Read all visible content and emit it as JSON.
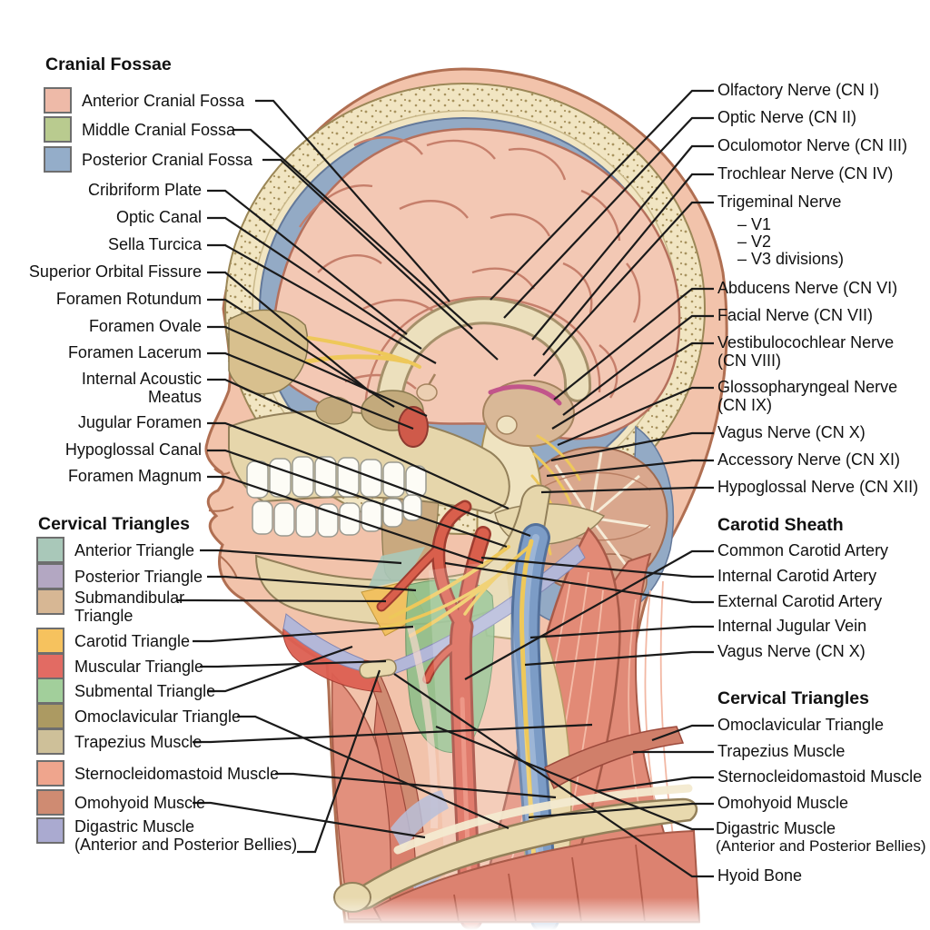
{
  "palette": {
    "skin": "#f2c3ab",
    "skin_outline": "#b06f52",
    "bone": "#f1e5c2",
    "bone_outline": "#9b8757",
    "facial_bone": "#e6d6ab",
    "dura_blue": "#93aac5",
    "brain_pink": "#f3c8b4",
    "gyri_line": "#c67f6b",
    "brainstem_cream": "#efe3c0",
    "cerebellum_tan": "#d9a78d",
    "artery_red": "#d95f4c",
    "vein_blue": "#7c9cc6",
    "nerve_yellow": "#eec85a",
    "muscle_red": "#e28a76",
    "leader_line": "#1a1a1a"
  },
  "left": {
    "cranial_fossae": {
      "title": "Cranial Fossae",
      "items": [
        {
          "label": "Anterior Cranial Fossa",
          "color": "#eebaa8"
        },
        {
          "label": "Middle Cranial Fossa",
          "color": "#b9cb8f"
        },
        {
          "label": "Posterior Cranial Fossa",
          "color": "#94adc9"
        }
      ]
    },
    "skull_openings": [
      "Cribriform Plate",
      "Optic Canal",
      "Sella Turcica",
      "Superior Orbital Fissure",
      "Foramen Rotundum",
      "Foramen Ovale",
      "Foramen Lacerum",
      {
        "t1": "Internal Acoustic",
        "t2": "Meatus"
      },
      "Jugular Foramen",
      "Hypoglossal Canal",
      "Foramen Magnum"
    ],
    "cervical_triangles": {
      "title": "Cervical Triangles",
      "items": [
        {
          "label": "Anterior Triangle",
          "color": "#a9c8b9"
        },
        {
          "label": "Posterior Triangle",
          "color": "#b3a7c2"
        },
        {
          "t1": "Submandibular",
          "t2": "Triangle",
          "color": "#d7b794"
        },
        {
          "label": "Carotid Triangle",
          "color": "#f6c25e"
        },
        {
          "label": "Muscular Triangle",
          "color": "#e26b63"
        },
        {
          "label": "Submental Triangle",
          "color": "#a2cf9b"
        },
        {
          "label": "Omoclavicular Triangle",
          "color": "#ac9a62"
        },
        {
          "label": "Trapezius Muscle",
          "color": "#cec099"
        },
        {
          "label": "Sternocleidomastoid Muscle",
          "color": "#efa58d"
        },
        {
          "label": "Omohyoid Muscle",
          "color": "#cf8b72"
        },
        {
          "t1": "Digastric Muscle",
          "t2": "(Anterior and Posterior Bellies)",
          "color": "#aaaad0"
        }
      ]
    }
  },
  "right": {
    "cranial_nerves": [
      "Olfactory Nerve (CN I)",
      "Optic Nerve (CN II)",
      "Oculomotor Nerve (CN III)",
      "Trochlear Nerve (CN IV)",
      "Trigeminal Nerve",
      "Abducens Nerve (CN VI)",
      "Facial Nerve (CN VII)",
      {
        "t1": "Vestibulocochlear Nerve",
        "t2": "(CN VIII)"
      },
      {
        "t1": "Glossopharyngeal Nerve",
        "t2": "(CN IX)"
      },
      "Vagus Nerve (CN X)",
      "Accessory Nerve (CN XI)",
      "Hypoglossal Nerve (CN XII)"
    ],
    "trigeminal_divisions": [
      "– V1",
      "– V2",
      "– V3 divisions)"
    ],
    "carotid_sheath": {
      "title": "Carotid Sheath",
      "items": [
        "Common Carotid Artery",
        "Internal Carotid Artery",
        "External Carotid Artery",
        "Internal Jugular Vein",
        "Vagus Nerve (CN X)"
      ]
    },
    "cervical_triangles": {
      "title": "Cervical Triangles",
      "items": [
        "Omoclavicular Triangle",
        "Trapezius Muscle",
        "Sternocleidomastoid Muscle",
        "Omohyoid Muscle",
        {
          "t1": "Digastric Muscle",
          "t2": "(Anterior and Posterior Bellies)"
        },
        "Hyoid Bone"
      ]
    }
  }
}
